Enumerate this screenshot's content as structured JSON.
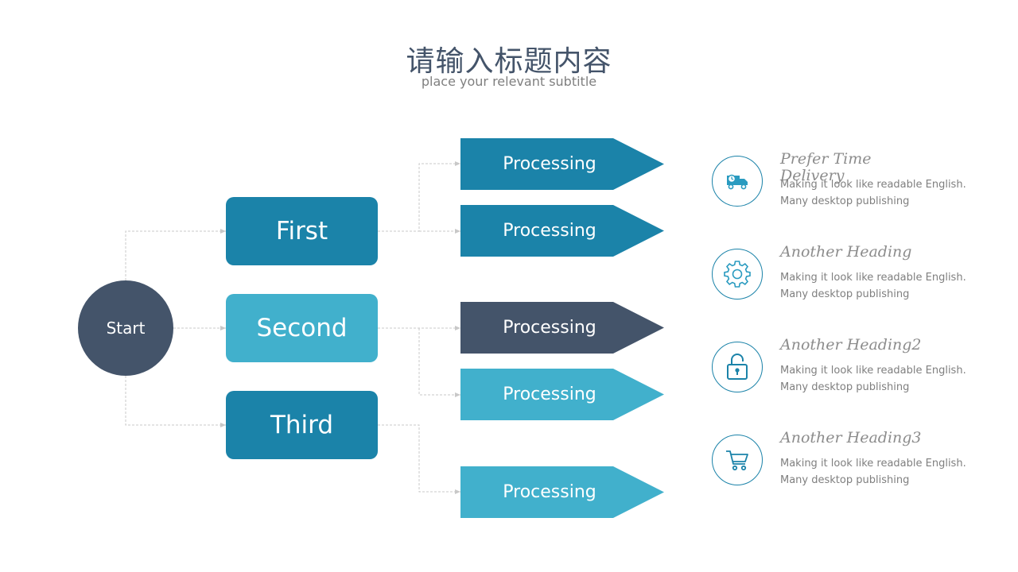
{
  "header": {
    "title": "请输入标题内容",
    "subtitle": "place your relevant subtitle"
  },
  "colors": {
    "dark_slate": "#44546a",
    "teal_dark": "#1b83a9",
    "teal_light": "#41b0cc",
    "connector": "#c8c8c8",
    "text_gray": "#7f7f7f"
  },
  "diagram": {
    "start_label": "Start",
    "branches": [
      {
        "label": "First",
        "color": "#1b83a9"
      },
      {
        "label": "Second",
        "color": "#41b0cc"
      },
      {
        "label": "Third",
        "color": "#1b83a9"
      }
    ],
    "processes": [
      {
        "label": "Processing",
        "color": "#1b83a9"
      },
      {
        "label": "Processing",
        "color": "#1b83a9"
      },
      {
        "label": "Processing",
        "color": "#44546a"
      },
      {
        "label": "Processing",
        "color": "#41b0cc"
      },
      {
        "label": "Processing",
        "color": "#41b0cc"
      }
    ]
  },
  "features": [
    {
      "heading": "Prefer Time Delivery",
      "line1": "Making it look like readable English.",
      "line2": "Many desktop publishing",
      "icon": "delivery-truck-icon"
    },
    {
      "heading": "Another Heading",
      "line1": "Making it look like readable English.",
      "line2": "Many desktop publishing",
      "icon": "gear-icon"
    },
    {
      "heading": "Another Heading2",
      "line1": "Making it look like readable English.",
      "line2": "Many desktop publishing",
      "icon": "unlock-icon"
    },
    {
      "heading": "Another Heading3",
      "line1": "Making it look like readable English.",
      "line2": "Many desktop publishing",
      "icon": "shopping-cart-icon"
    }
  ]
}
